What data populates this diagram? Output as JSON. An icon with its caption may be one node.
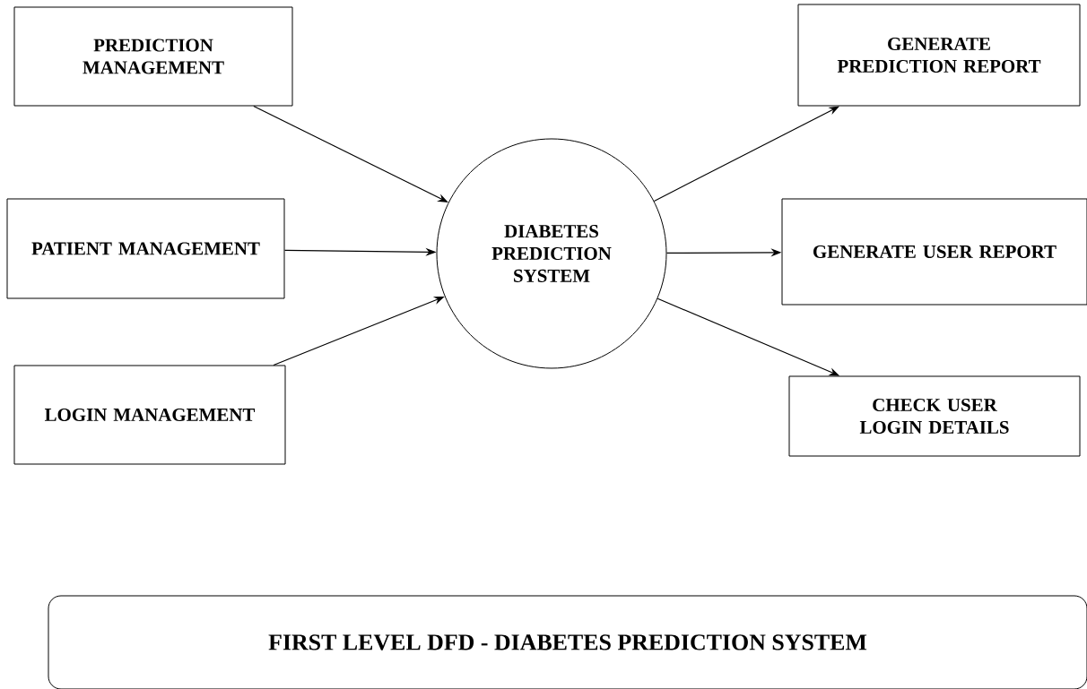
{
  "diagram": {
    "title": "FIRST LEVEL DFD - DIABETES PREDICTION SYSTEM",
    "nodes": [
      {
        "text": [
          "PREDICTION MANAGEMENT"
        ]
      },
      {
        "text": [
          "PATIENT MANAGEMENT"
        ]
      },
      {
        "text": [
          "LOGIN MANAGEMENT"
        ]
      },
      {
        "text": [
          "DIABETES PREDICTION SYSTEM"
        ]
      },
      {
        "text": [
          "GENERATE PREDICTION REPORT"
        ]
      },
      {
        "text": [
          "GENERATE USER REPORT"
        ]
      },
      {
        "text": [
          "CHECK USER LOGIN DETAILS"
        ]
      }
    ],
    "edges": [
      {
        "from": 0,
        "to": 3,
        "arrow": "to"
      },
      {
        "from": 1,
        "to": 3,
        "arrow": "to"
      },
      {
        "from": 2,
        "to": 3,
        "arrow": "to"
      },
      {
        "from": 3,
        "to": 4,
        "arrow": "to"
      },
      {
        "from": 3,
        "to": 5,
        "arrow": "to"
      },
      {
        "from": 3,
        "to": 6,
        "arrow": "to"
      }
    ]
  }
}
